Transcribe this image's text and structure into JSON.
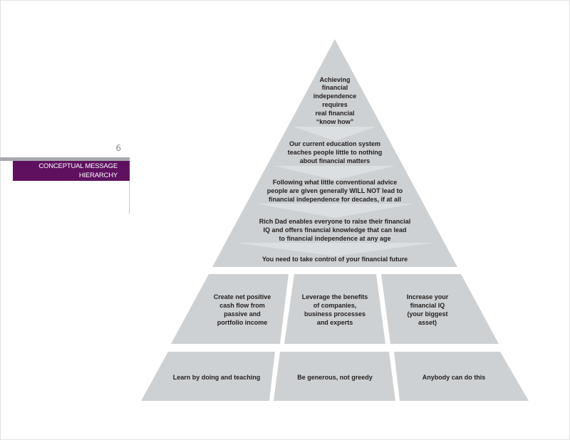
{
  "page": {
    "number": "6",
    "section_title_lines": [
      "CONCEPTUAL MESSAGE",
      "HIERARCHY"
    ],
    "colors": {
      "accent_purple": "#5f1160",
      "rule_gray": "#a7a9ac",
      "block_fill": "#cdd1d3",
      "chevron_fill": "#dcdfe1",
      "text": "#231f20"
    }
  },
  "pyramid": {
    "apex": {
      "messages": [
        {
          "lines": [
            "Achieving",
            "financial",
            "independence",
            "requires",
            "real financial",
            "“know how”"
          ]
        },
        {
          "lines": [
            "Our current education system",
            "teaches people little to nothing",
            "about financial matters"
          ]
        },
        {
          "lines": [
            "Following what little conventional advice",
            "people are given generally WILL NOT lead to",
            "financial independence for decades, if at all"
          ]
        },
        {
          "lines": [
            "Rich Dad enables everyone to raise their financial",
            "IQ and offers financial knowledge that can lead",
            "to financial independence at any age"
          ]
        },
        {
          "lines": [
            "You need to take control of your financial future"
          ]
        }
      ]
    },
    "pillars": [
      {
        "lines": [
          "Create net positive",
          "cash flow from",
          "passive and",
          "portfolio income"
        ]
      },
      {
        "lines": [
          "Leverage the benefits",
          "of companies,",
          "business processes",
          "and experts"
        ]
      },
      {
        "lines": [
          "Increase your",
          "financial IQ",
          "(your biggest",
          "asset)"
        ]
      }
    ],
    "foundation": [
      {
        "lines": [
          "Learn by doing and teaching"
        ]
      },
      {
        "lines": [
          "Be generous, not greedy"
        ]
      },
      {
        "lines": [
          "Anybody can do this"
        ]
      }
    ]
  }
}
